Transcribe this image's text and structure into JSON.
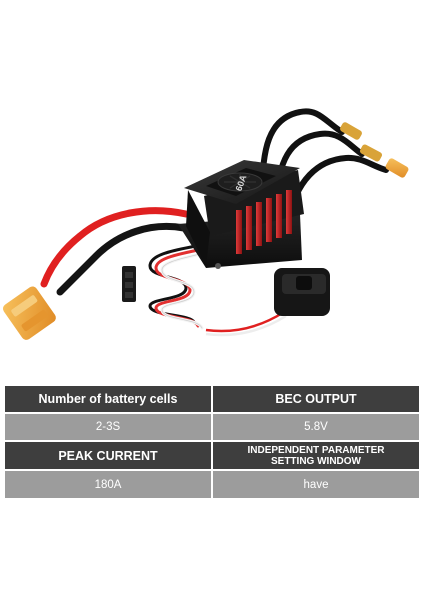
{
  "image": {
    "kind": "product-photo",
    "subject": "brushless ESC",
    "label": "60A",
    "colors": {
      "housing": "#1c1c1c",
      "fins": "#c41e1e",
      "red_wire": "#e02020",
      "connector": "#f1a640",
      "background": "#ffffff"
    }
  },
  "specs": {
    "colors": {
      "header_bg": "#3e3e3e",
      "value_bg": "#9c9c9c",
      "text": "#ffffff"
    },
    "cells": [
      {
        "label": "Number of battery cells",
        "value": "2-3S"
      },
      {
        "label": "BEC OUTPUT",
        "value": "5.8V"
      },
      {
        "label": "PEAK CURRENT",
        "value": "180A"
      },
      {
        "label_line1": "INDEPENDENT PARAMETER",
        "label_line2": "SETTING WINDOW",
        "value": "have"
      }
    ]
  }
}
